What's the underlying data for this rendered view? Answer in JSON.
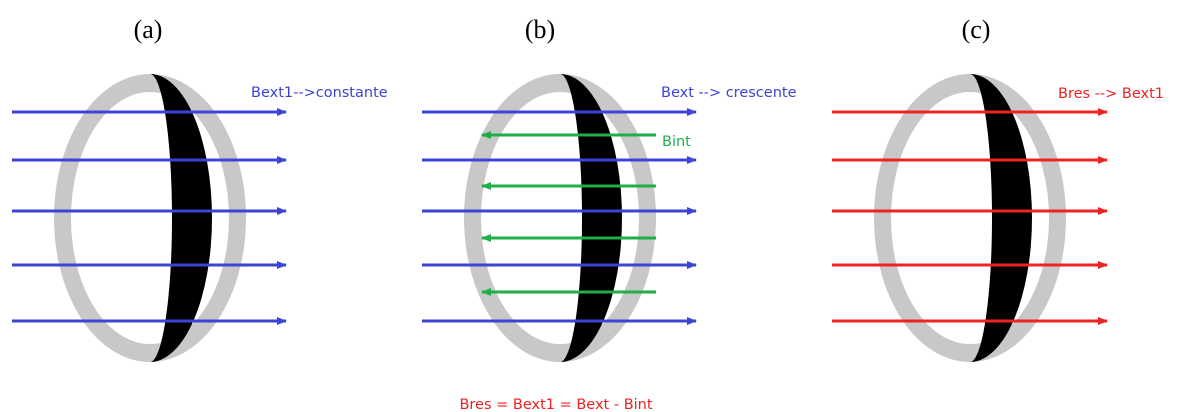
{
  "colors": {
    "external_field": "#3b44d4",
    "induced_field": "#22ad4a",
    "resultant_field": "#ec2323",
    "ring_back": "#c8c8c8",
    "ring_front": "#000000"
  },
  "panels": [
    {
      "label": "(a)",
      "field_label": "Bext1-->constante",
      "arrow_color_key": "external_field",
      "has_induced": false
    },
    {
      "label": "(b)",
      "field_label": "Bext --> crescente",
      "arrow_color_key": "external_field",
      "has_induced": true,
      "induced_label": "Bint"
    },
    {
      "label": "(c)",
      "field_label": "Bres --> Bext1",
      "arrow_color_key": "resultant_field",
      "has_induced": false
    }
  ],
  "formula": "Bres = Bext1 = Bext - Bint"
}
